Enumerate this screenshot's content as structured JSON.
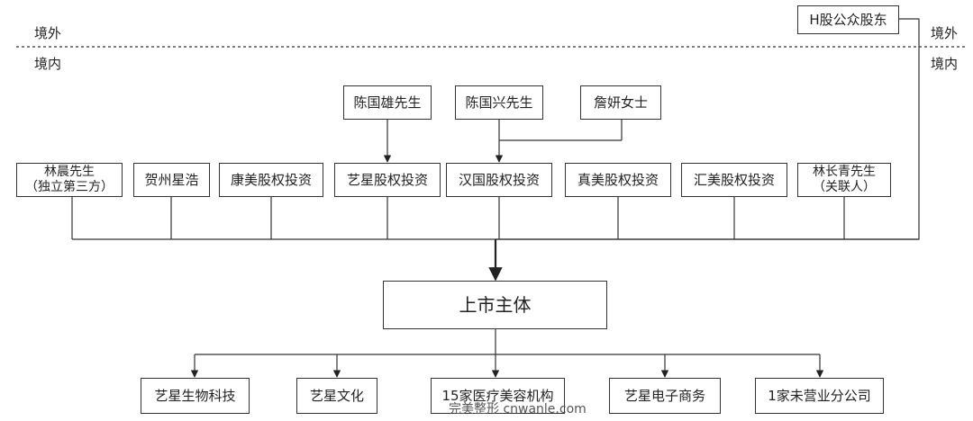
{
  "regions": {
    "overseas": "境外",
    "domestic": "境内"
  },
  "top_owners": {
    "h_share_public": "H股公众股东",
    "chen_guoxiong": "陈国雄先生",
    "chen_guoxing": "陈国兴先生",
    "zhan_yan": "詹妍女士"
  },
  "shareholders": {
    "lin_chen_name": "林晨先生",
    "lin_chen_note": "（独立第三方）",
    "hezhou_xinghao": "贺州星浩",
    "kangmei": "康美股权投资",
    "yixing": "艺星股权投资",
    "hanguo": "汉国股权投资",
    "zhenmei": "真美股权投资",
    "huimei": "汇美股权投资",
    "lin_changqing_name": "林长青先生",
    "lin_changqing_note": "（关联人）"
  },
  "listed_entity": "上市主体",
  "subsidiaries": {
    "bio_tech": "艺星生物科技",
    "culture": "艺星文化",
    "clinics": "15家医疗美容机构",
    "ecommerce": "艺星电子商务",
    "non_operating": "1家未营业分公司"
  },
  "watermark": "完美整形 cnwanle.com"
}
